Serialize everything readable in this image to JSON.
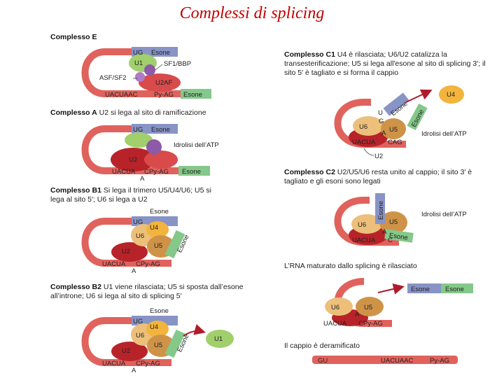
{
  "title": "Complessi di splicing",
  "labels": {
    "esone": "Esone",
    "ug": "UG",
    "gu": "GU",
    "u1": "U1",
    "u2": "U2",
    "u4": "U4",
    "u5": "U5",
    "u6": "U6",
    "sf1": "SF1/BBP",
    "asf": "ASF/SF2",
    "u2af": "U2AF",
    "uacuaac": "UACUAAC",
    "uacua": "UACUA",
    "pyag": "Py-AG",
    "cpyag": "CPy-AG",
    "cag": "CAG",
    "c": "C",
    "a": "A",
    "g": "G",
    "u": "U",
    "atp": "Idrolisi dell’ATP"
  },
  "panels": {
    "E": {
      "name": "Complesso E",
      "desc": ""
    },
    "A": {
      "name": "Complesso A",
      "desc": " U2 si lega al sito di ramificazione"
    },
    "B1": {
      "name": "Complesso B1",
      "desc": " Si lega il trimero U5/U4/U6; U5 si lega al sito 5′; U6 si lega a U2"
    },
    "B2": {
      "name": "Complesso B2",
      "desc": "  U1 viene rilasciata; U5 si sposta dall’esone all’introne; U6 si lega al sito di splicing 5′"
    },
    "C1": {
      "name": "Complesso C1",
      "desc": " U4 è rilasciata; U6/U2 catalizza la transesterificazione; U5 si lega all'esone al sito di splicing 3′; il sito 5′ è tagliato e si forma il cappio"
    },
    "C2": {
      "name": "Complesso C2",
      "desc": " U2/U5/U6 resta unito al cappio; il sito 3′ è tagliato e gli esoni sono legati"
    },
    "R1": {
      "name": "",
      "desc": "L’RNA maturato dallo splicing è rilasciato"
    },
    "R2": {
      "name": "",
      "desc": "Il cappio è deramificato"
    }
  },
  "colors": {
    "rna": "#e0625d",
    "rna_dark": "#b83a35",
    "exon_blue": "#8893c6",
    "exon_green": "#84c88a",
    "u1": "#a1cf6b",
    "u2": "#b8232a",
    "u4": "#f2b43c",
    "u5": "#cf9348",
    "u6": "#ecc07a",
    "purple": "#8c5aa6",
    "arrow": "#b01b2a",
    "title": "#c00000"
  }
}
